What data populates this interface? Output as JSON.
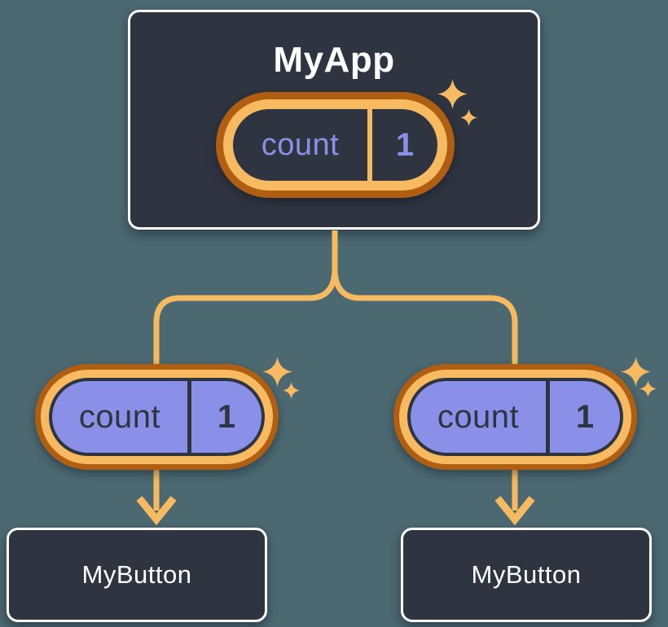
{
  "colors": {
    "background": "#4C6972",
    "card": "#2F3540",
    "card-border": "#FFFFFF",
    "amber": "#F7BA61",
    "orange-dark": "#B05E11",
    "lavender": "#8A90E8",
    "text-light": "#FFFFFF",
    "text-dark": "#2F3540"
  },
  "nodes": {
    "root": {
      "label": "MyApp"
    },
    "left_child": {
      "label": "MyButton"
    },
    "right_child": {
      "label": "MyButton"
    }
  },
  "pills": {
    "parent": {
      "name": "count",
      "value": "1"
    },
    "left": {
      "name": "count",
      "value": "1"
    },
    "right": {
      "name": "count",
      "value": "1"
    }
  },
  "icons": {
    "sparkle": "four-point-star"
  }
}
